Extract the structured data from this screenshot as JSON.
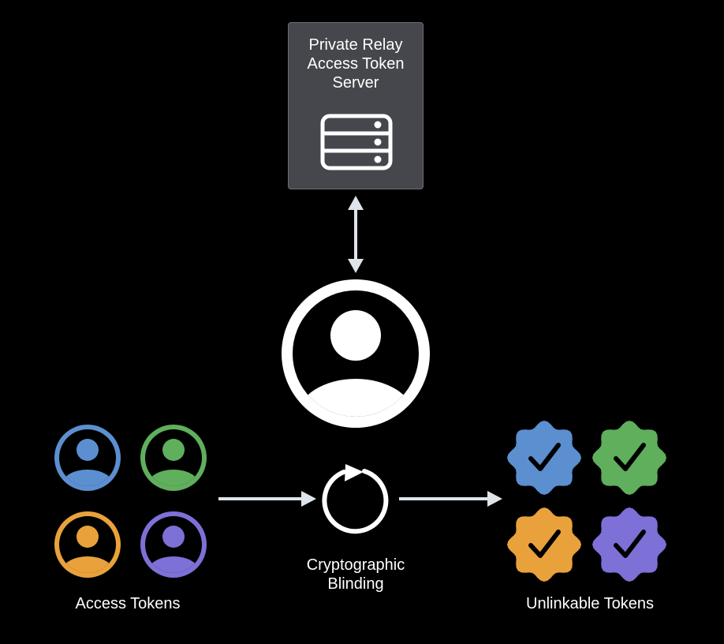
{
  "server": {
    "title_lines": [
      "Private Relay",
      "Access Token",
      "Server"
    ],
    "icon": "server-icon"
  },
  "user": {
    "icon": "user-circle-icon"
  },
  "blinding": {
    "label_lines": [
      "Cryptographic",
      "Blinding"
    ],
    "icon": "refresh-icon"
  },
  "access_tokens": {
    "label": "Access Tokens",
    "icon": "person-token-icon",
    "colors": [
      "#5b8fd0",
      "#5faf5d",
      "#e9a23b",
      "#7d70d6"
    ]
  },
  "unlinkable_tokens": {
    "label": "Unlinkable Tokens",
    "icon": "checkmark-badge-icon",
    "colors": [
      "#5b8fd0",
      "#5faf5d",
      "#e9a23b",
      "#7d70d6"
    ]
  },
  "colors": {
    "background": "#000000",
    "server_box": "#45474c",
    "arrow": "#dfe3ea",
    "foreground": "#ffffff"
  }
}
